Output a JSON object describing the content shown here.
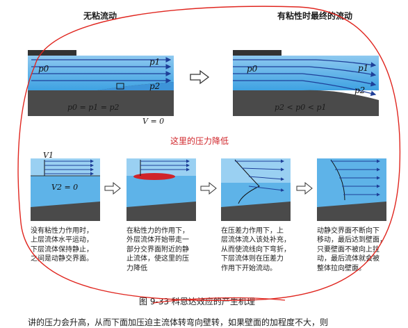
{
  "top": {
    "left_title": "无粘流动",
    "right_title": "有粘性时最终的流动",
    "left_formula": "p0 = p1 = p2",
    "right_formula": "p2 < p0 < p1",
    "v_label": "V = 0",
    "labels": {
      "p0": "p0",
      "p1": "p1",
      "p2": "p2"
    }
  },
  "annotation": "这里的压力降低",
  "bottom": {
    "v1_label": "V1",
    "v2_label": "V2 = 0",
    "captions": [
      "没有粘性力作用时，\n上层流体水平运动，\n下层流体保持静止，\n之间是动静交界面。",
      "在粘性力的作用下，\n外层流体开始带走一\n部分交界面附近的静\n止流体，使这里的压\n力降低",
      "在压差力作用下，上\n层流体流入该处补充，\n从而使流线向下弯折，\n下层流体则在压差力\n作用下开始流动。",
      "动静交界面不断向下\n移动，最后达到壁面，\n只要壁面不被向上拉\n动，最后流体就会被\n整体拉向壁面。"
    ]
  },
  "figure_caption": "图 9-33  科恩达效应的产生机理",
  "bottom_cut_text": "讲的压力会升高，从而下面加压迫主流体转弯向壁转，如果壁面的加程度不大，则"
}
